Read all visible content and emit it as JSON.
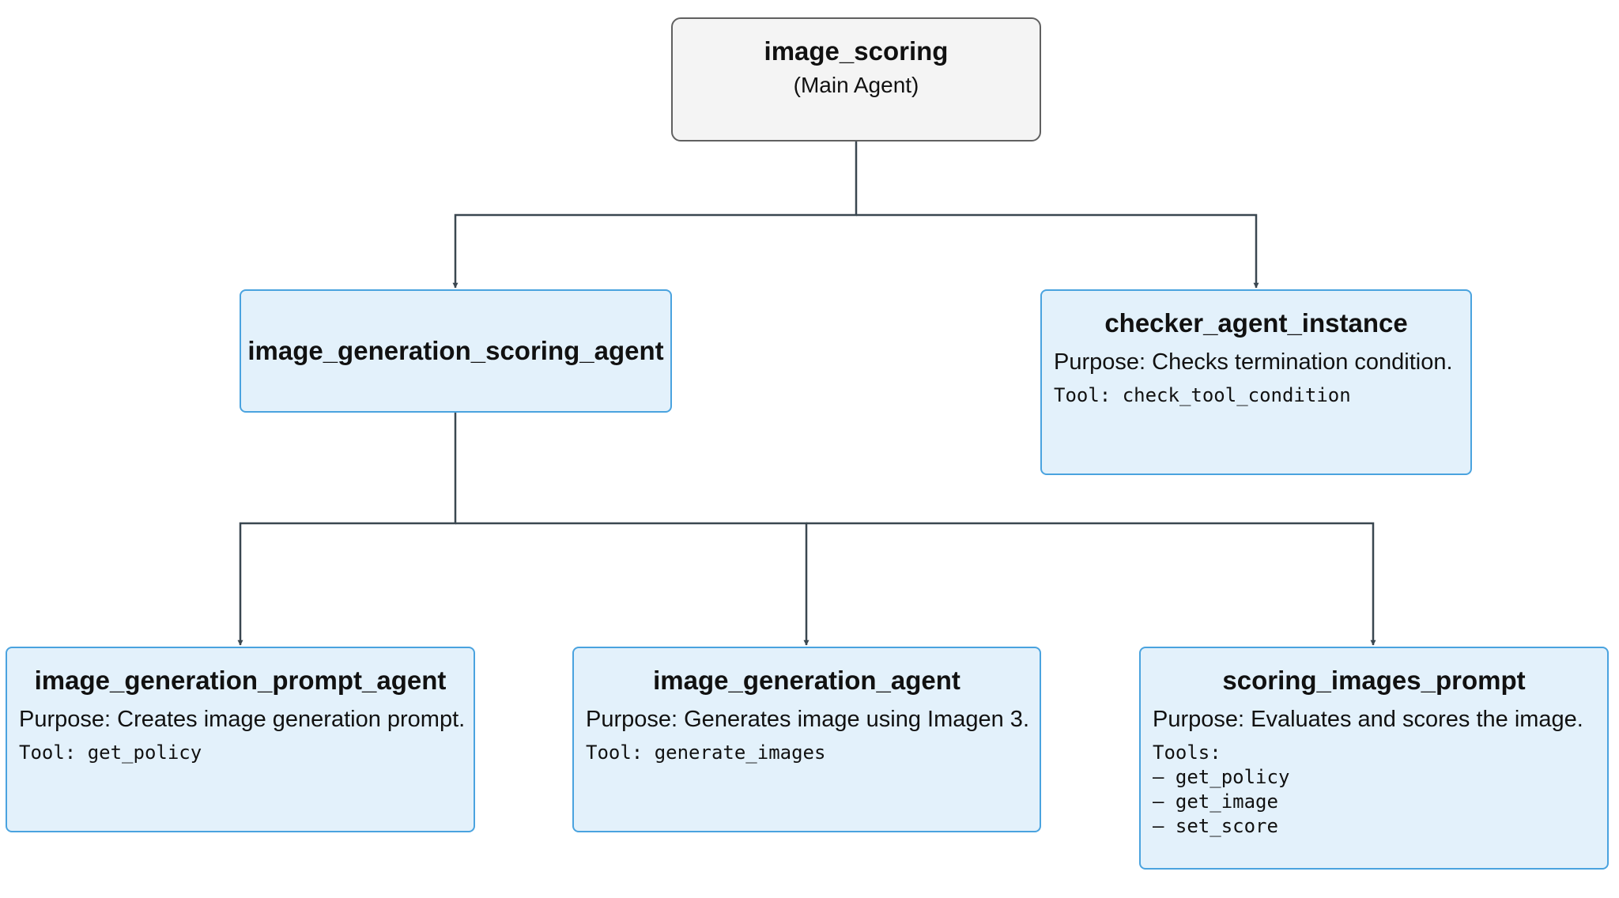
{
  "root": {
    "title": "image_scoring",
    "subtitle": "(Main Agent)"
  },
  "level1": {
    "scoring_agent": {
      "title": "image_generation_scoring_agent"
    },
    "checker": {
      "title": "checker_agent_instance",
      "purpose": "Purpose: Checks termination condition.",
      "tool": "Tool: check_tool_condition"
    }
  },
  "level2": {
    "prompt_agent": {
      "title": "image_generation_prompt_agent",
      "purpose": "Purpose: Creates image generation prompt.",
      "tool": "Tool: get_policy"
    },
    "generation_agent": {
      "title": "image_generation_agent",
      "purpose": "Purpose: Generates image using Imagen 3.",
      "tool": "Tool: generate_images"
    },
    "scoring_prompt": {
      "title": "scoring_images_prompt",
      "purpose": "Purpose: Evaluates and scores the image.",
      "tools_label": "Tools:",
      "tools": [
        "– get_policy",
        "– get_image",
        "– set_score"
      ]
    }
  },
  "colors": {
    "node_border": "#4aa3df",
    "node_fill": "#e3f1fb",
    "root_border": "#606060",
    "root_fill": "#f4f4f4",
    "connector": "#3a4750"
  }
}
